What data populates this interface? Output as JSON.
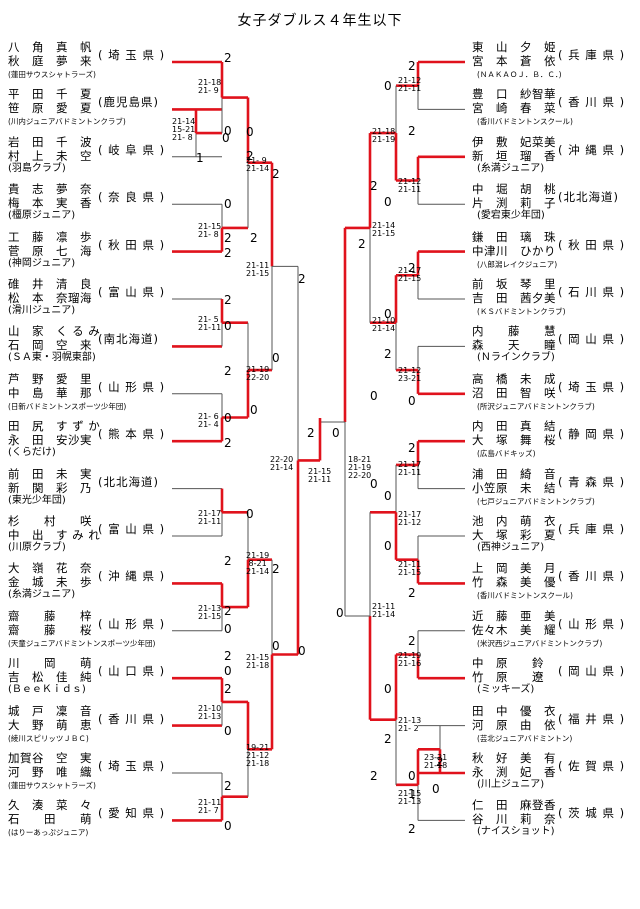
{
  "title": "女子ダブルス４年生以下",
  "left_entries": [
    {
      "p1": "八　角　真　帆",
      "p2": "秋　庭　夢　来",
      "club": "(蓮田サウスシャトラーズ)",
      "pref": "( 埼 玉 県 )",
      "small": true
    },
    {
      "p1": "平　田　千　夏",
      "p2": "笹　原　愛　夏",
      "club": "(川内ジュニアバドミントンクラブ)",
      "pref": "(鹿児島県)",
      "small": true
    },
    {
      "p1": "岩　田　千　波",
      "p2": "村　上　未　空",
      "club": "(羽島クラブ)",
      "pref": "( 岐 阜 県 )",
      "small": false
    },
    {
      "p1": "貴　志　夢　奈",
      "p2": "梅　本　実　香",
      "club": "(橿原ジュニア)",
      "pref": "( 奈 良 県 )",
      "small": false
    },
    {
      "p1": "工　藤　凛　歩",
      "p2": "菅　原　七　海",
      "club": "(神岡ジュニア)",
      "pref": "( 秋 田 県 )",
      "small": false
    },
    {
      "p1": "碓　井　清　良",
      "p2": "松　本　奈瑠海",
      "club": "(滑川ジュニア)",
      "pref": "( 富 山 県 )",
      "small": false
    },
    {
      "p1": "山　家　く る み",
      "p2": "石　岡　空　来",
      "club": "(ＳＡ東・羽幌東部)",
      "pref": "(南北海道)",
      "small": false
    },
    {
      "p1": "芦　野　愛　里",
      "p2": "中　島　華　那",
      "club": "(日新バドミントンスポーツ少年団)",
      "pref": "( 山 形 県 )",
      "small": true
    },
    {
      "p1": "田　尻　す ず か",
      "p2": "永　田　安沙実",
      "club": "(くらだけ)",
      "pref": "( 熊 本 県 )",
      "small": false
    },
    {
      "p1": "前　田　未　実",
      "p2": "新　関　彩　乃",
      "club": "(東光少年団)",
      "pref": "(北北海道)",
      "small": false
    },
    {
      "p1": "杉　　村　　咲",
      "p2": "中　出　す み れ",
      "club": "(川原クラブ)",
      "pref": "( 富 山 県 )",
      "small": false
    },
    {
      "p1": "大　嶺　花　奈",
      "p2": "金　城　未　歩",
      "club": "(糸満ジュニア)",
      "pref": "( 沖 縄 県 )",
      "small": false
    },
    {
      "p1": "齋　　藤　　梓",
      "p2": "齋　　藤　　桜",
      "club": "(天童ジュニアバドミントンスポーツ少年団)",
      "pref": "( 山 形 県 )",
      "small": true
    },
    {
      "p1": "川　　岡　　萌",
      "p2": "吉　松　佳　純",
      "club": "(ＢｅｅＫｉｄｓ)",
      "pref": "( 山 口 県 )",
      "small": false
    },
    {
      "p1": "城　戸　凜　音",
      "p2": "大　野　萌　恵",
      "club": "(綾川スピリッツＪＢＣ)",
      "pref": "( 香 川 県 )",
      "small": true
    },
    {
      "p1": "加賀谷　空　実",
      "p2": "河　野　唯　織",
      "club": "(蓮田サウスシャトラーズ)",
      "pref": "( 埼 玉 県 )",
      "small": true
    },
    {
      "p1": "久　湊　菜　々",
      "p2": "石　　田　　萌",
      "club": "(はりーあっぷジュニア)",
      "pref": "( 愛 知 県 )",
      "small": true
    }
  ],
  "right_entries": [
    {
      "p1": "東　山　夕　姫",
      "p2": "宮　本　蒼　依",
      "club": "(ＮＡＫＡＯＪ．Ｂ．Ｃ．)",
      "pref": "( 兵 庫 県 )",
      "small": true
    },
    {
      "p1": "豊　口　紗智華",
      "p2": "宮　崎　春　菜",
      "club": "(香川バドミントンスクール)",
      "pref": "( 香 川 県 )",
      "small": true
    },
    {
      "p1": "伊　敷　妃菜美",
      "p2": "新　垣　瑠　香",
      "club": "(糸満ジュニア)",
      "pref": "( 沖 縄 県 )",
      "small": false
    },
    {
      "p1": "中　堀　胡　桃",
      "p2": "片　渕　莉　子",
      "club": "(愛宕東少年団)",
      "pref": "(北北海道)",
      "small": false
    },
    {
      "p1": "鎌　田　璃　珠",
      "p2": "中津川　ひかり",
      "club": "(八郎潟レイクジュニア)",
      "pref": "( 秋 田 県 )",
      "small": true
    },
    {
      "p1": "前　坂　琴　里",
      "p2": "吉　田　茜夕美",
      "club": "(ＫＳバドミントンクラブ)",
      "pref": "( 石 川 県 )",
      "small": true
    },
    {
      "p1": "内　　藤　　慧",
      "p2": "森　　天　　瞳",
      "club": "(Ｎラインクラブ)",
      "pref": "( 岡 山 県 )",
      "small": false
    },
    {
      "p1": "高　橋　未　成",
      "p2": "沼　田　智　咲",
      "club": "(所沢ジュニアバドミントンクラブ)",
      "pref": "( 埼 玉 県 )",
      "small": true
    },
    {
      "p1": "内　田　真　結",
      "p2": "大　塚　舞　桜",
      "club": "(広島バドキッズ)",
      "pref": "( 静 岡 県 )",
      "small": true
    },
    {
      "p1": "浦　田　綺　音",
      "p2": "小笠原　未　結",
      "club": "(七戸ジュニアバドミントンクラブ)",
      "pref": "( 青 森 県 )",
      "small": true
    },
    {
      "p1": "池　内　萌　衣",
      "p2": "大　塚　彩　夏",
      "club": "(西神ジュニア)",
      "pref": "( 兵 庫 県 )",
      "small": false
    },
    {
      "p1": "上　岡　美　月",
      "p2": "竹　森　美　優",
      "club": "(香川バドミントンスクール)",
      "pref": "( 香 川 県 )",
      "small": true
    },
    {
      "p1": "近　藤　亜　美",
      "p2": "佐々木　美　耀",
      "club": "(米沢西ジュニアバドミントンクラブ)",
      "pref": "( 山 形 県 )",
      "small": true
    },
    {
      "p1": "中　原　　鈴",
      "p2": "竹　原　　遼",
      "club": "(ミッキーズ)",
      "pref": "( 岡 山 県 )",
      "small": false
    },
    {
      "p1": "田　中　優　衣",
      "p2": "河　原　由　依",
      "club": "(芸北ジュニアバドミントン)",
      "pref": "( 福 井 県 )",
      "small": true
    },
    {
      "p1": "秋　好　美　有",
      "p2": "永　渕　妃　香",
      "club": "(川上ジュニア)",
      "pref": "( 佐 賀 県 )",
      "small": false
    },
    {
      "p1": "仁　田　麻登香",
      "p2": "谷　川　莉　奈",
      "club": "(ナイスショット)",
      "pref": "( 茨 城 県 )",
      "small": false
    }
  ],
  "games": [
    "2",
    "0",
    "2",
    "0",
    "1",
    "0",
    "2",
    "2",
    "0",
    "2",
    "0",
    "2",
    "0",
    "2",
    "2",
    "0",
    "2",
    "0",
    "2",
    "0",
    "2",
    "0",
    "0",
    "2",
    "2",
    "0",
    "2",
    "0",
    "2",
    "0",
    "2",
    "0",
    "2",
    "0",
    "2",
    "0",
    "2",
    "0",
    "2",
    "0",
    "2",
    "0",
    "0",
    "2",
    "2",
    "0",
    "2",
    "0",
    "0",
    "2",
    "2",
    "0",
    "2",
    "0",
    "0",
    "2",
    "2",
    "1",
    "2",
    "0"
  ],
  "scores": [
    "21-18\n21- 9",
    "21-14\n15-21\n21- 8",
    "21- 9\n21-14",
    "21-15\n21- 8",
    "21-11\n21-15",
    "21- 5\n21-11",
    "21-19\n22-20",
    "21- 6\n21- 4",
    "22-20\n21-14",
    "21-15\n21-11",
    "21-17\n21-11",
    "21-19\n 8-21\n21-14",
    "21-13\n21-15",
    "21-15\n21-18",
    "21-10\n21-13",
    "19-21\n21-12\n21-18",
    "21-11\n21- 7",
    "21-12\n21-11",
    "21-18\n21-19",
    "21-12\n21-11",
    "21-14\n21-15",
    "21-17\n21-15",
    "21-10\n21-14",
    "21-12\n23-21",
    "21-17\n21-11",
    "21-17\n21-12",
    "21-11\n21-15",
    "21-11\n21-14",
    "21-19\n21-16",
    "21-13\n21- 2",
    "23-21\n21-18",
    "21-15\n21-13",
    "18-21\n21-19\n22-20"
  ]
}
